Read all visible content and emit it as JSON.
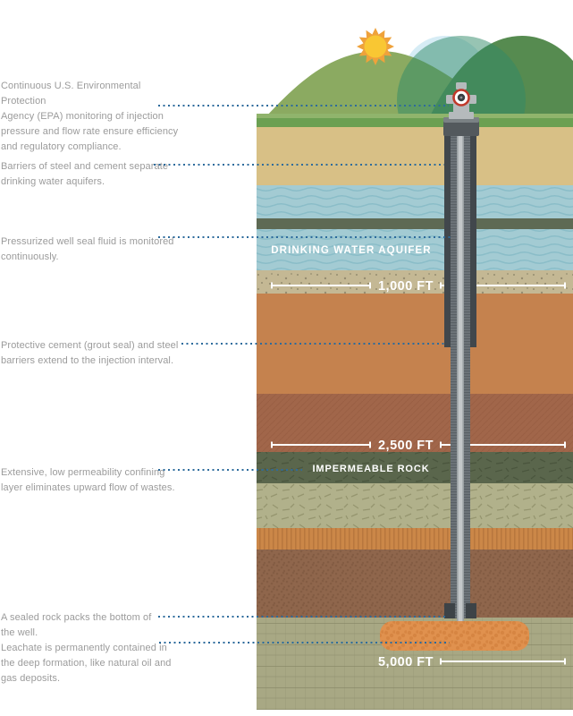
{
  "annotations": [
    {
      "text": "Continuous U.S. Environmental Protection\nAgency (EPA) monitoring of injection\npressure and flow rate ensure efficiency\nand regulatory compliance."
    },
    {
      "text": "Barriers of steel and cement separate\ndrinking water aquifers."
    },
    {
      "text": "Pressurized well seal fluid is monitored\ncontinuously."
    },
    {
      "text": "Protective cement (grout seal) and steel\nbarriers extend to the injection interval."
    },
    {
      "text": "Extensive, low permeability confining\nlayer eliminates upward flow of wastes."
    },
    {
      "text": "A sealed rock packs the bottom of\nthe well."
    },
    {
      "text": "Leachate is permanently contained in\nthe deep formation, like natural oil and\ngas deposits."
    }
  ],
  "labels": {
    "aquifer": "DRINKING WATER AQUIFER",
    "impermeable": "IMPERMEABLE ROCK"
  },
  "depth_markers": [
    {
      "label": "1,000 FT"
    },
    {
      "label": "2,500 FT"
    },
    {
      "label": "5,000 FT"
    }
  ],
  "colors": {
    "annotation_text": "#9b9b9b",
    "leader_dot": "#2d6b9c",
    "sky_circle": "#d6ecf5",
    "hill_left": "#8baa61",
    "hill_right": "#568b50",
    "overlay_circle": "#2f8a67",
    "sun_star": "#efa23b",
    "sun_core": "#f9c733",
    "grass_edge": "#90b46c",
    "grass": "#6ba052",
    "tan_soil": "#d8c086",
    "water": "#a3cbd3",
    "olive_band": "#5e6a54",
    "speckled_tan": "#c4b894",
    "orange_clay": "#c5824e",
    "red_brown": "#a1664a",
    "impermeable_rock": "#5a664c",
    "sage_rock": "#b1b18b",
    "orange_banded": "#cb8748",
    "pebble_brown": "#8f664c",
    "deep_formation": "#a8a884",
    "leachate": "#e0914e",
    "casing_outer": "#41474c",
    "casing_inner": "#6d7479",
    "casing_tube": "#c3c7c9",
    "packer": "#3d4347",
    "collar": "#53595d",
    "collar_top": "#7a8184",
    "wellhead": "#b5babc",
    "valve_ring": "#c0392b",
    "valve_center": "#3a3f42",
    "marker_line": "#ffffff",
    "label_text": "#ffffff"
  }
}
